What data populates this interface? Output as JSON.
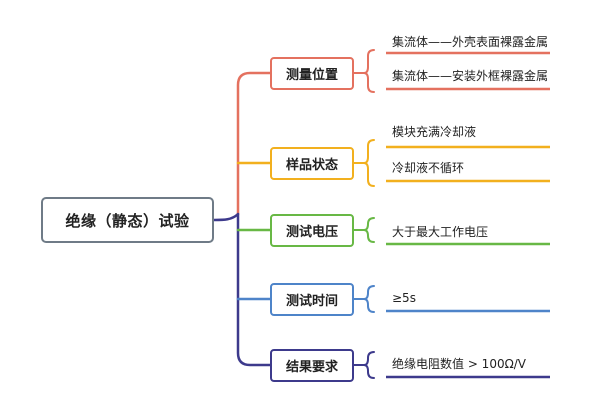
{
  "root": {
    "label": "绝缘（静态）试验"
  },
  "colors": {
    "root_border": "#6f7b87",
    "stem_top": "#e4715f",
    "stem_bottom": "#3d3a8c"
  },
  "branches": [
    {
      "label": "测量位置",
      "color": "#e4715f",
      "leaves": [
        "集流体——外壳表面裸露金属",
        "集流体——安装外框裸露金属"
      ]
    },
    {
      "label": "样品状态",
      "color": "#f2b01e",
      "leaves": [
        "模块充满冷却液",
        "冷却液不循环"
      ]
    },
    {
      "label": "测试电压",
      "color": "#68b845",
      "leaves": [
        "大于最大工作电压"
      ]
    },
    {
      "label": "测试时间",
      "color": "#4e84c9",
      "leaves": [
        "≥5s"
      ]
    },
    {
      "label": "结果要求",
      "color": "#3d3a8c",
      "leaves": [
        "绝缘电阻数值 > 100Ω/V"
      ]
    }
  ]
}
